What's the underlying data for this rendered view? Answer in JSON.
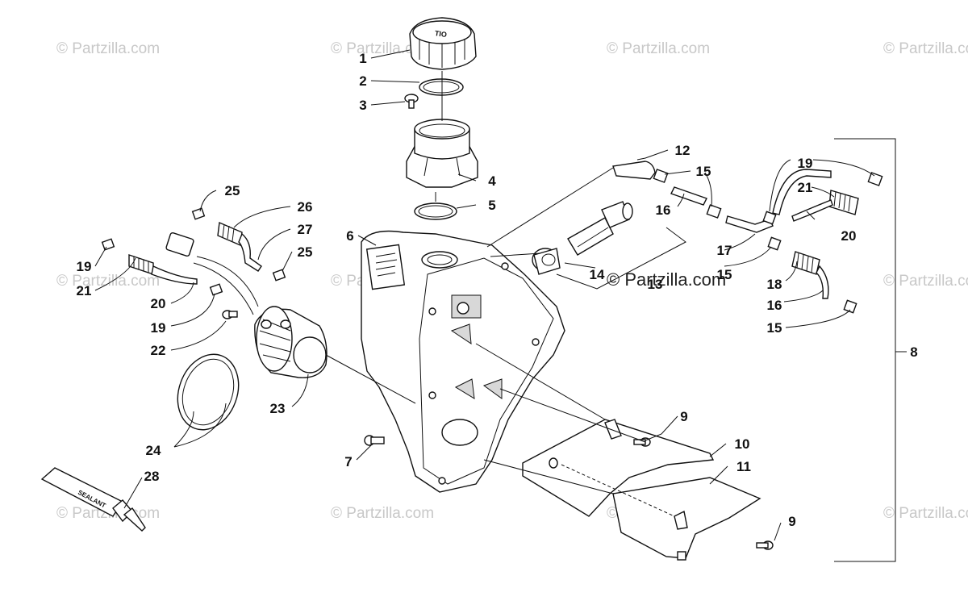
{
  "diagram": {
    "title": "",
    "watermark_text": "© Partzilla.com",
    "callouts": [
      "1",
      "2",
      "3",
      "4",
      "5",
      "6",
      "7",
      "8",
      "9",
      "9",
      "10",
      "11",
      "12",
      "13",
      "14",
      "15",
      "15",
      "15",
      "16",
      "16",
      "17",
      "18",
      "19",
      "19",
      "19",
      "20",
      "20",
      "21",
      "21",
      "22",
      "23",
      "24",
      "25",
      "25",
      "26",
      "27",
      "28"
    ],
    "tube_label": "SEALANT",
    "cap_label": "TIO"
  }
}
